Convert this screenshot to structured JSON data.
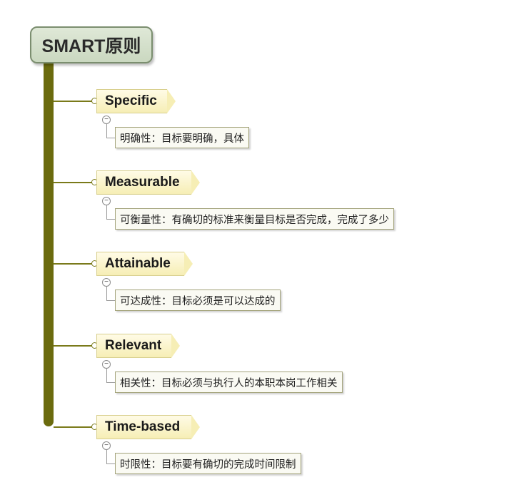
{
  "root": {
    "title": "SMART原则"
  },
  "items": [
    {
      "label": "Specific",
      "desc": "明确性：目标要明确，具体",
      "collapse": "−"
    },
    {
      "label": "Measurable",
      "desc": "可衡量性：有确切的标准来衡量目标是否完成，完成了多少",
      "collapse": "−"
    },
    {
      "label": "Attainable",
      "desc": "可达成性：目标必须是可以达成的",
      "collapse": "−"
    },
    {
      "label": "Relevant",
      "desc": "相关性：目标必须与执行人的本职本岗工作相关",
      "collapse": "−"
    },
    {
      "label": "Time-based",
      "desc": "时限性：目标要有确切的完成时间限制",
      "collapse": "−"
    }
  ],
  "colors": {
    "trunk": "#6b6b0e",
    "topic_fill": "#f6eeb5",
    "root_fill": "#cad8c0",
    "desc_border": "#a3a37a"
  }
}
